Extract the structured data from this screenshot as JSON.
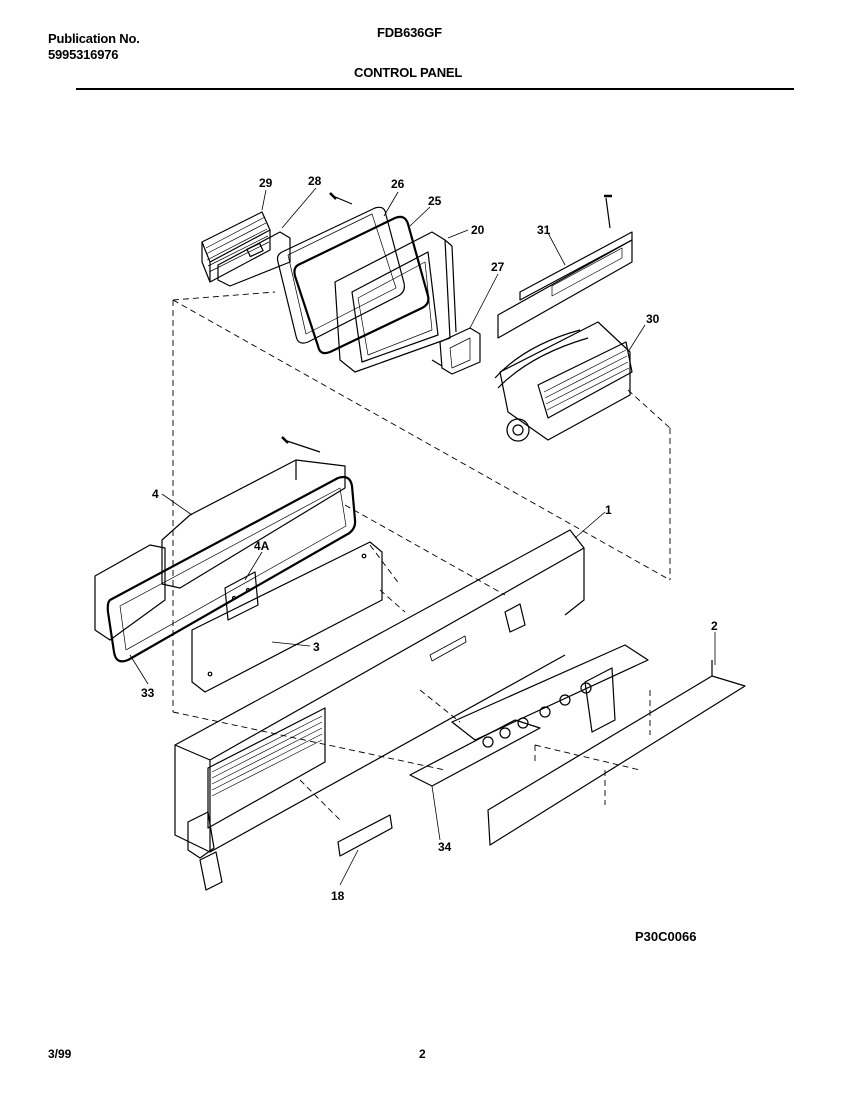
{
  "header": {
    "publication_label": "Publication No.",
    "publication_number": "5995316976",
    "model": "FDB636GF",
    "section_title": "CONTROL PANEL"
  },
  "callouts": {
    "p29": "29",
    "p28": "28",
    "p26": "26",
    "p25": "25",
    "p20": "20",
    "p27": "27",
    "p31": "31",
    "p30": "30",
    "p4": "4",
    "p4a": "4A",
    "p1": "1",
    "p3": "3",
    "p33": "33",
    "p2": "2",
    "p34": "34",
    "p18": "18"
  },
  "footer": {
    "figure_code": "P30C0066",
    "date": "3/99",
    "page_number": "2"
  }
}
